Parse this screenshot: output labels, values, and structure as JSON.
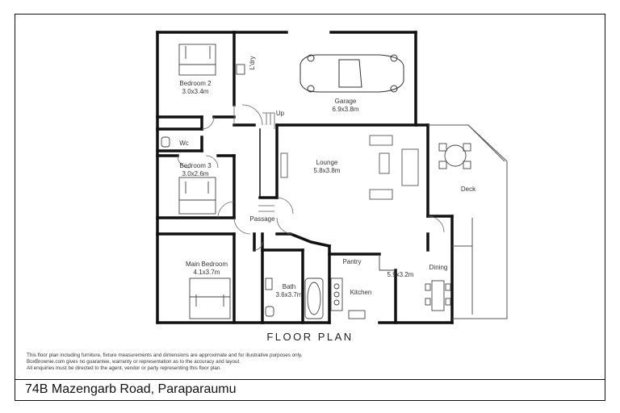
{
  "rooms": [
    {
      "name": "Bedroom 2",
      "dims": "3.0x3.4m"
    },
    {
      "name": "Garage",
      "dims": "6.9x3.8m"
    },
    {
      "name": "Bedroom 3",
      "dims": "3.0x2.6m"
    },
    {
      "name": "Lounge",
      "dims": "5.8x3.8m"
    },
    {
      "name": "Main Bedroom",
      "dims": "4.1x3.7m"
    },
    {
      "name": "Bath",
      "dims": "3.6x3.7m"
    },
    {
      "name": "Kitchen",
      "dims": ""
    },
    {
      "name": "Pantry",
      "dims": ""
    },
    {
      "name": "Dining",
      "dims": ""
    },
    {
      "name": "Deck",
      "dims": ""
    },
    {
      "name": "Passage",
      "dims": ""
    },
    {
      "name": "Wc",
      "dims": ""
    },
    {
      "name": "L'dry",
      "dims": ""
    },
    {
      "name": "Up",
      "dims": ""
    }
  ],
  "kitchen_dining_dims": "5.9x3.2m",
  "plan_title": "FLOOR PLAN",
  "disclaimer": [
    "This floor plan including furniture, fixture measurements and dimensions are approximate and for illustrative purposes only.",
    "BoxBrownie.com gives no guarantee, warranty or representation as to the accuracy and layout.",
    "All enquiries must be directed to the agent, vendor or party representing this floor plan."
  ],
  "address": "74B Mazengarb Road, Paraparaumu",
  "colors": {
    "wall": "#111111",
    "fixture": "#777777",
    "text": "#333333"
  }
}
